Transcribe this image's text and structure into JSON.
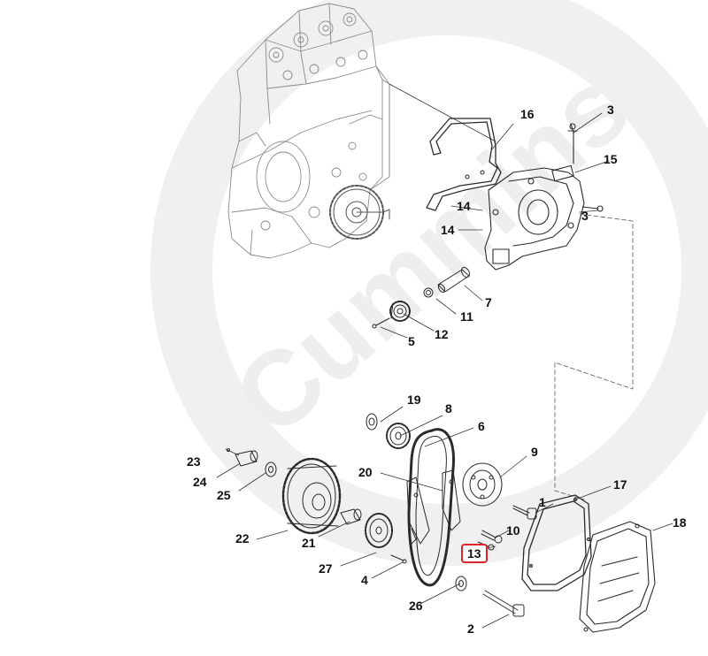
{
  "watermark": {
    "brand": "Cummins",
    "color": "#eeeeee"
  },
  "colors": {
    "line": "#2a2a2a",
    "ghost": "#8a8a8a",
    "highlight": "#d8262c"
  },
  "callouts": [
    {
      "id": "c16",
      "text": "16"
    },
    {
      "id": "c3a",
      "text": "3"
    },
    {
      "id": "c15",
      "text": "15"
    },
    {
      "id": "c14a",
      "text": "14"
    },
    {
      "id": "c3b",
      "text": "3"
    },
    {
      "id": "c14b",
      "text": "14"
    },
    {
      "id": "c7",
      "text": "7"
    },
    {
      "id": "c11",
      "text": "11"
    },
    {
      "id": "c12",
      "text": "12"
    },
    {
      "id": "c5",
      "text": "5"
    },
    {
      "id": "c19",
      "text": "19"
    },
    {
      "id": "c8",
      "text": "8"
    },
    {
      "id": "c6",
      "text": "6"
    },
    {
      "id": "c9",
      "text": "9"
    },
    {
      "id": "c20",
      "text": "20"
    },
    {
      "id": "c17",
      "text": "17"
    },
    {
      "id": "c23",
      "text": "23"
    },
    {
      "id": "c24",
      "text": "24"
    },
    {
      "id": "c25",
      "text": "25"
    },
    {
      "id": "c1",
      "text": "1"
    },
    {
      "id": "c18",
      "text": "18"
    },
    {
      "id": "c22",
      "text": "22"
    },
    {
      "id": "c21",
      "text": "21"
    },
    {
      "id": "c10",
      "text": "10"
    },
    {
      "id": "c13",
      "text": "13",
      "highlighted": true
    },
    {
      "id": "c27",
      "text": "27"
    },
    {
      "id": "c4",
      "text": "4"
    },
    {
      "id": "c26",
      "text": "26"
    },
    {
      "id": "c2",
      "text": "2"
    }
  ]
}
